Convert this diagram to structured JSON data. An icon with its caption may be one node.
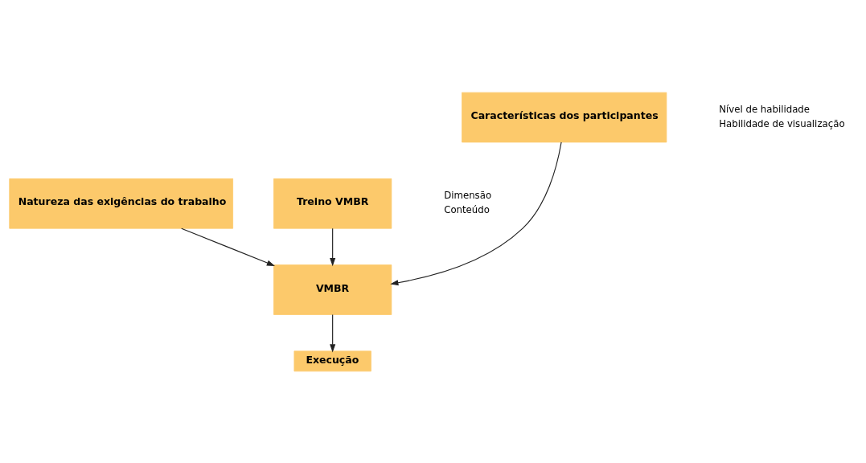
{
  "diagram": {
    "nodes": [
      {
        "text": [
          "Características dos participantes"
        ],
        "beside": [
          "Nível de habilidade",
          "Habilidade de visualização"
        ]
      },
      {
        "text": [
          "Natureza das exigências do trabalho"
        ]
      },
      {
        "text": [
          "Treino VMBR"
        ],
        "beside": [
          "Dimensão",
          "Conteúdo"
        ]
      },
      {
        "text": [
          "VMBR"
        ]
      },
      {
        "text": [
          "Execução"
        ]
      }
    ],
    "edges": [
      {
        "from": 0,
        "to": 3,
        "arrow": "to"
      },
      {
        "from": 1,
        "to": 3,
        "arrow": "to"
      },
      {
        "from": 2,
        "to": 3,
        "arrow": "to"
      },
      {
        "from": 3,
        "to": 4,
        "arrow": "to"
      }
    ]
  }
}
